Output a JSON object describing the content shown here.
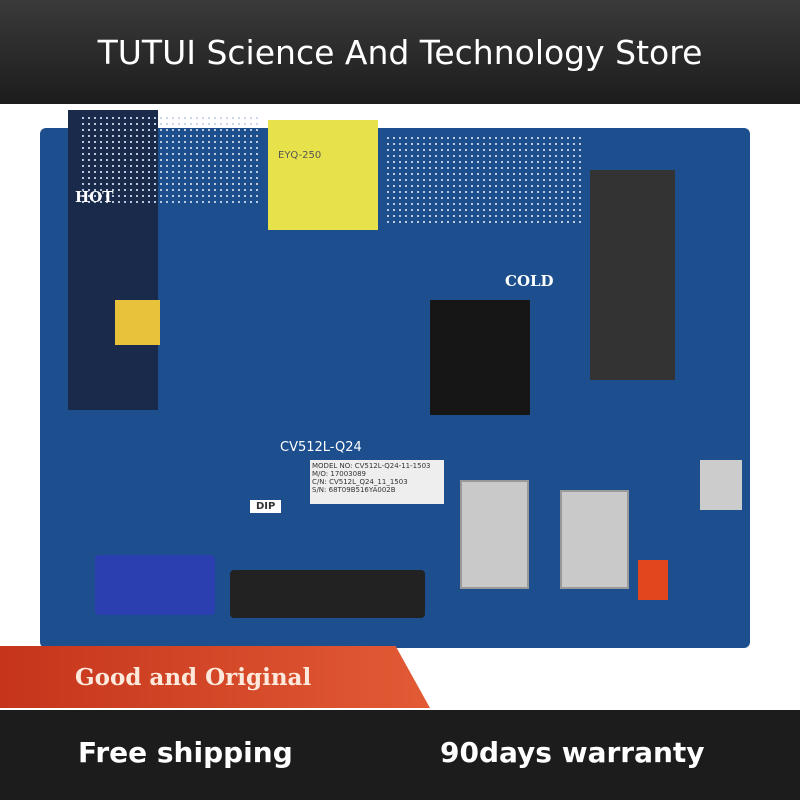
{
  "header": {
    "title": "TUTUI Science And Technology Store"
  },
  "board": {
    "hot_label": "HOT",
    "cold_label": "COLD",
    "model_silk": "CV512L-Q24",
    "transformer_text": "EYQ-250",
    "sticker": {
      "model": "MODEL NO: CV512L-Q24-11-1503",
      "mo": "M/O: 17003089",
      "cn": "C/N: CV512L_Q24_11_1503",
      "sn": "S/N: 68T09B516YA002B"
    },
    "dip_label": "DIP"
  },
  "promo": {
    "banner": "Good and Original",
    "shipping": "Free shipping",
    "warranty": "90days warranty"
  },
  "colors": {
    "board": "#1d4e8e",
    "banner": "#d9482a",
    "bar": "#1c1c1c"
  }
}
